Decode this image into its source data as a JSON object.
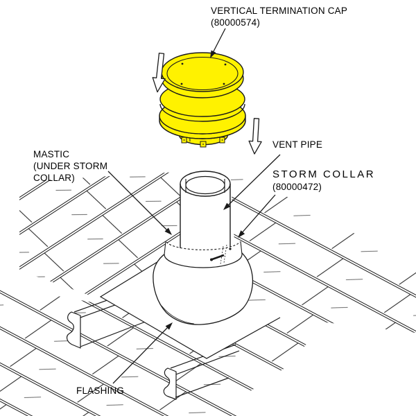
{
  "diagram": {
    "background_color": "#ffffff",
    "line_color": "#1a1a1a",
    "cap_color": "#fff200",
    "labels": {
      "termination_cap": {
        "line1": "VERTICAL TERMINATION CAP",
        "line2": "(80000574)"
      },
      "vent_pipe": {
        "line1": "VENT PIPE"
      },
      "mastic": {
        "line1": "MASTIC",
        "line2": "(UNDER STORM",
        "line3": "COLLAR)"
      },
      "storm_collar": {
        "line1": "STORM COLLAR",
        "line2": "(80000472)"
      },
      "flashing": {
        "line1": "FLASHING"
      }
    }
  }
}
